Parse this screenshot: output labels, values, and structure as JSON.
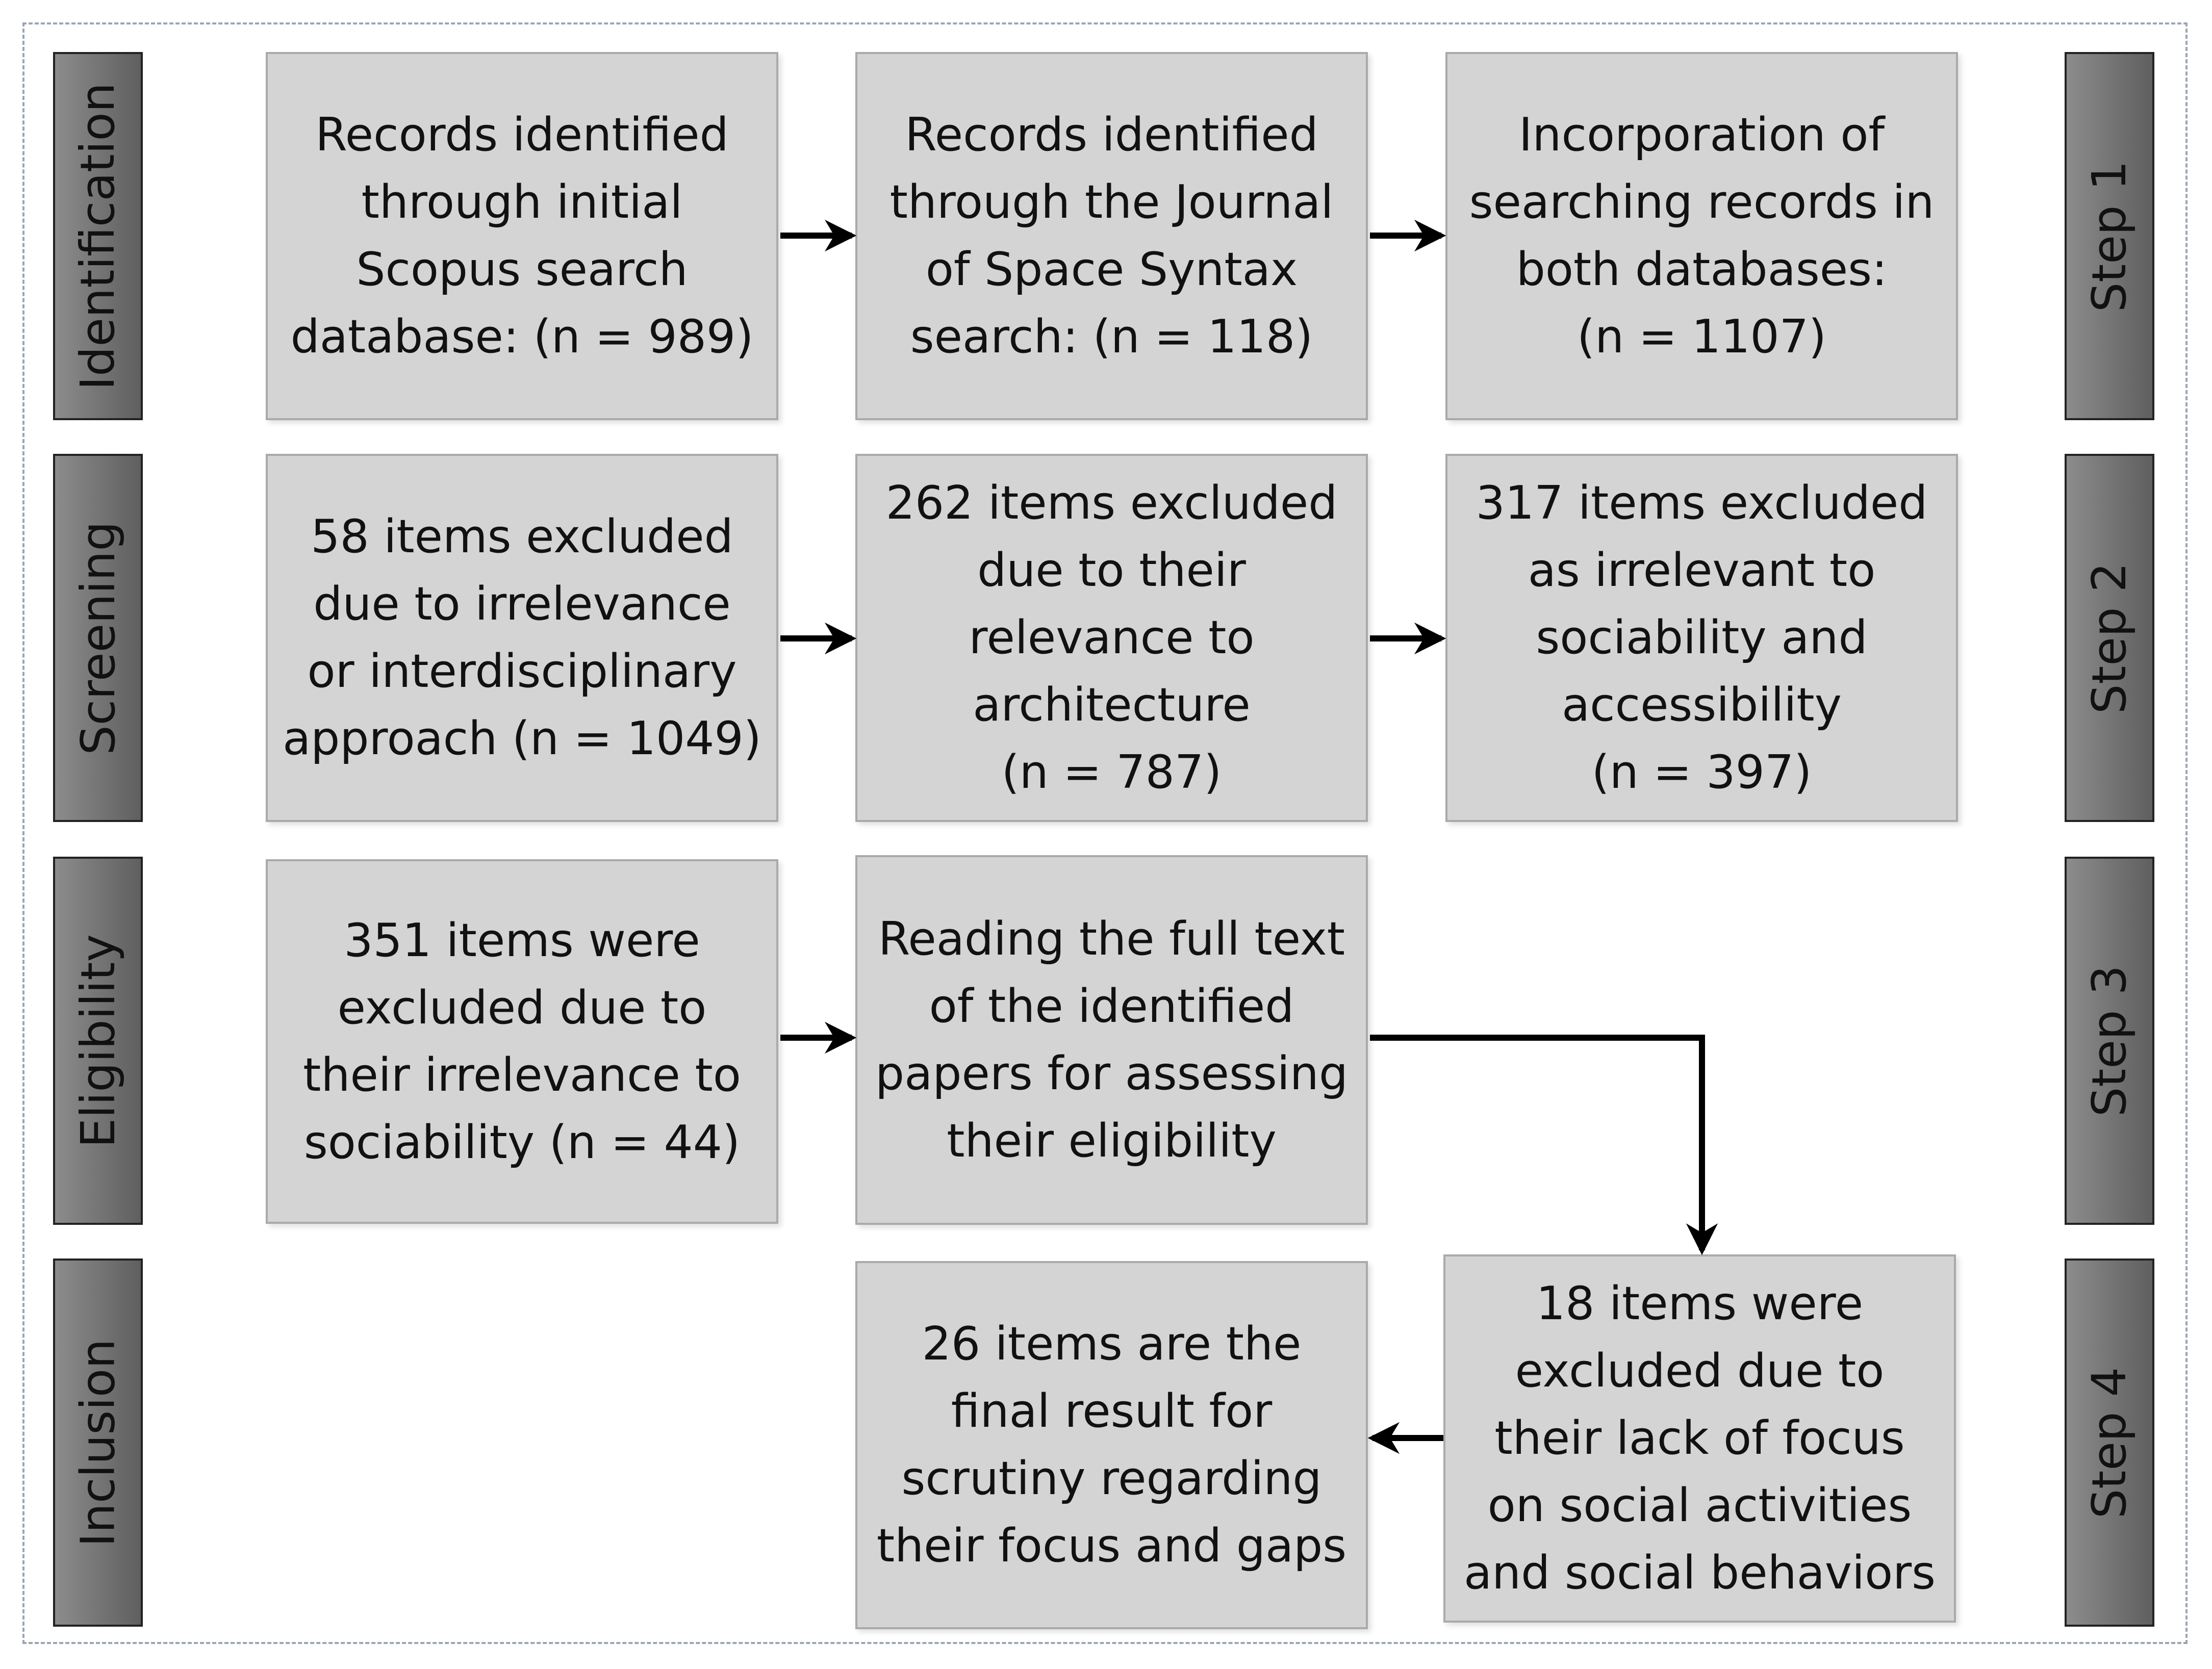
{
  "phases": [
    {
      "label": "Identification"
    },
    {
      "label": "Screening"
    },
    {
      "label": "Eligibility"
    },
    {
      "label": "Inclusion"
    }
  ],
  "steps": [
    {
      "label": "Step 1"
    },
    {
      "label": "Step 2"
    },
    {
      "label": "Step 3"
    },
    {
      "label": "Step 4"
    }
  ],
  "boxes": {
    "identification": [
      "Records identified\nthrough initial\nScopus search\ndatabase: (n = 989)",
      "Records identified\nthrough the Journal\nof Space Syntax\nsearch: (n = 118)",
      "Incorporation of\nsearching records in\nboth databases:\n(n = 1107)"
    ],
    "screening": [
      "58 items excluded\ndue to irrelevance\nor interdisciplinary\napproach (n = 1049)",
      "262 items excluded\ndue to their\nrelevance to\narchitecture\n(n = 787)",
      "317 items excluded\nas irrelevant to\nsociability and\naccessibility\n(n = 397)"
    ],
    "eligibility": [
      "351 items were\nexcluded due to\ntheir irrelevance to\nsociability (n = 44)",
      "Reading the full text\nof the identified\npapers for assessing\ntheir eligibility"
    ],
    "inclusion": [
      "26 items are the\nfinal result for\nscrutiny regarding\ntheir focus and gaps",
      "18 items were\nexcluded due to\ntheir lack of focus\non social activities\nand social behaviors"
    ]
  }
}
